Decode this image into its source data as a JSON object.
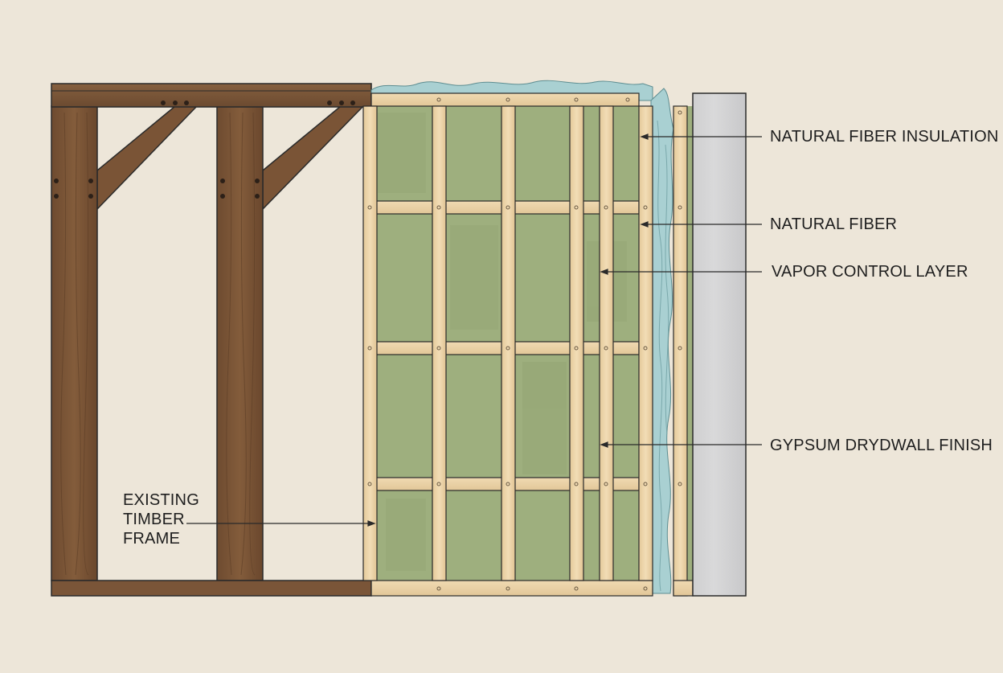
{
  "diagram": {
    "labels": {
      "natural_fiber_insulation": "NATURAL FIBER INSULATION",
      "natural_fiber": "NATURAL FIBER",
      "vapor_control_layer": "VAPOR CONTROL LAYER",
      "gypsum_drywall_finish": "GYPSUM DRYDWALL FINISH",
      "existing_timber_frame": [
        "EXISTING",
        "TIMBER",
        "FRAME"
      ]
    },
    "colors": {
      "background": "#ede6d9",
      "timber": "#7b5537",
      "timber_dark": "#5e3f27",
      "stud": "#ecd5ab",
      "insulation": "#9fb07f",
      "membrane": "#a9d0d2",
      "drywall": "#d5d5d6",
      "line": "#2a2a2a"
    }
  }
}
